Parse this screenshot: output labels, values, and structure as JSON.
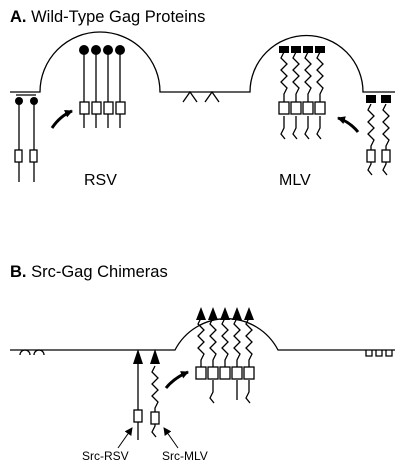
{
  "panel_a": {
    "letter": "A.",
    "title": "Wild-Type Gag Proteins",
    "left_label": "RSV",
    "right_label": "MLV"
  },
  "panel_b": {
    "letter": "B.",
    "title": "Src-Gag Chimeras",
    "label_src_rsv": "Src-RSV",
    "label_src_mlv": "Src-MLV"
  }
}
